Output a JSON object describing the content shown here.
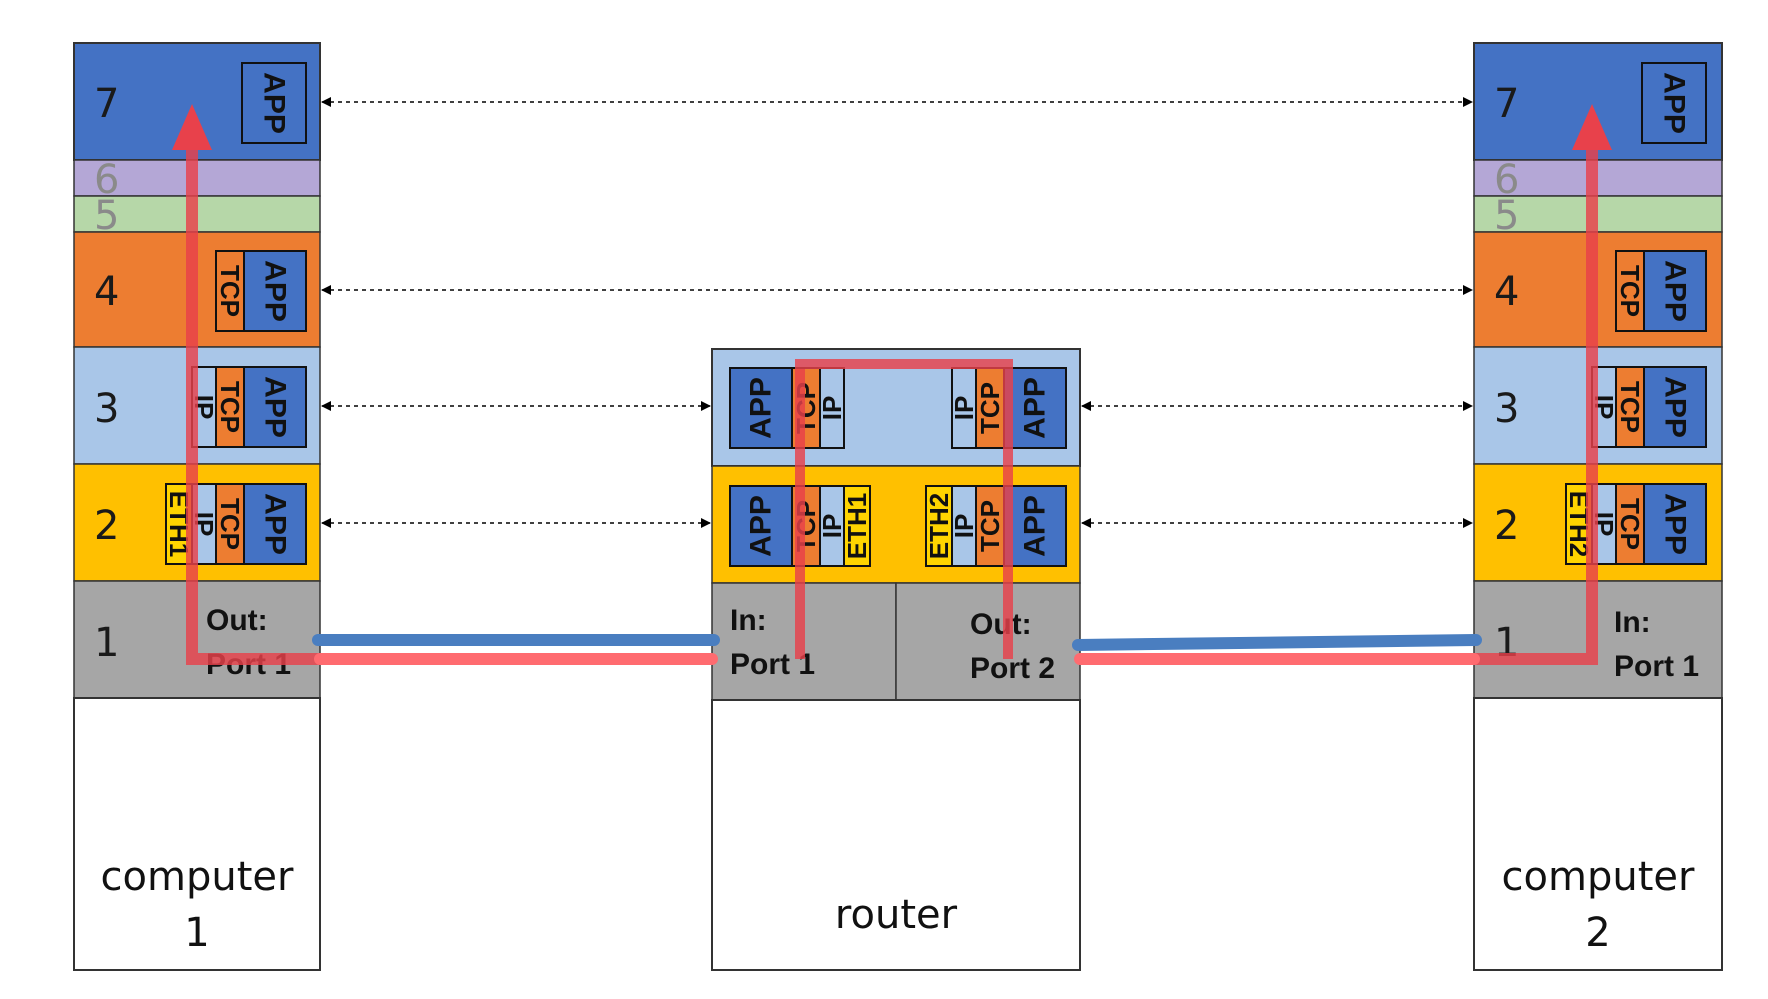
{
  "colors": {
    "layer7": "#4472C4",
    "layer6": "#B4A7D6",
    "layer5": "#B6D7A8",
    "layer4": "#ED7D31",
    "layer3": "#A9C6E8",
    "layer2": "#FFC000",
    "layer1": "#A6A6A6",
    "path": "#E8414B",
    "cable": "#4A7EC0",
    "eth": "#FFD400",
    "ip": "#A9C6E8"
  },
  "layers": {
    "l7": "7",
    "l6": "6",
    "l5": "5",
    "l4": "4",
    "l3": "3",
    "l2": "2",
    "l1": "1"
  },
  "tags": {
    "app": "APP",
    "tcp": "TCP",
    "ip": "IP",
    "eth1": "ETH1",
    "eth2": "ETH2"
  },
  "computer1": {
    "name_line1": "computer",
    "name_line2": "1",
    "port_line1": "Out:",
    "port_line2": "Port 1"
  },
  "router": {
    "name": "router",
    "in_line1": "In:",
    "in_line2": "Port 1",
    "out_line1": "Out:",
    "out_line2": "Port 2"
  },
  "computer2": {
    "name_line1": "computer",
    "name_line2": "2",
    "port_line1": "In:",
    "port_line2": "Port 1"
  }
}
